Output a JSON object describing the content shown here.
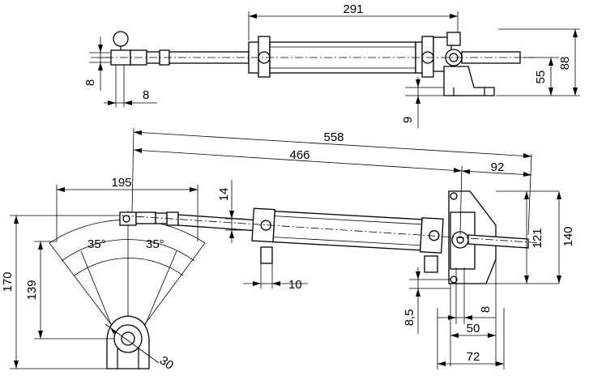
{
  "top_view": {
    "dims": {
      "length_291": "291",
      "height_88": "88",
      "height_55": "55",
      "offset_9": "9",
      "width_8a": "8",
      "width_8b": "8"
    }
  },
  "front_view": {
    "dims": {
      "length_558": "558",
      "length_466": "466",
      "length_92": "92",
      "width_195": "195",
      "height_170": "170",
      "height_139": "139",
      "angle_left": "35°",
      "angle_right": "35°",
      "radius_30": "30",
      "dim_14": "14",
      "dim_10": "10",
      "height_121": "121",
      "height_140": "140",
      "dim_8_5": "8,5",
      "dim_8": "8",
      "dim_50": "50",
      "dim_72": "72"
    }
  }
}
